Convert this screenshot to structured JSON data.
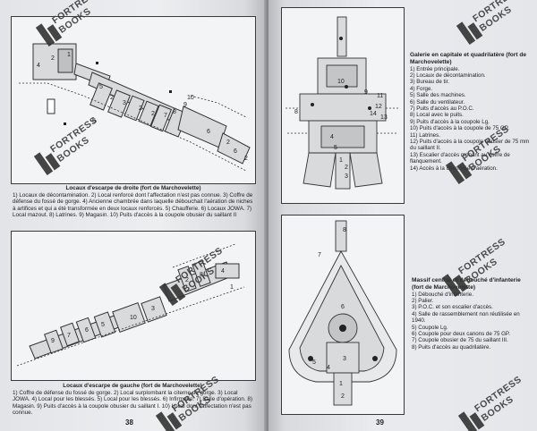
{
  "watermark": {
    "line1": "FORTRESS",
    "line2": "BOOKS"
  },
  "left_page": {
    "page_number": "38",
    "plan_top": {
      "labels": [
        "2",
        "1",
        "4",
        "5",
        "2",
        "3",
        "2",
        "2",
        "7",
        "8",
        "9",
        "10",
        "6",
        "5",
        "2",
        "6",
        "2"
      ],
      "caption_title": "Locaux d'escarpe de droite (fort de Marchovelette)",
      "caption_body": "1) Locaux de décontamination. 2) Local renforcé dont l'affectation n'est pas connue. 3) Coffre de défense du fossé de gorge. 4) Ancienne chambrée dans laquelle débouchait l'aération de niches à artifices et qui a été transformée en deux locaux renforcés. 5) Chaufferie. 6) Locaux JOWA. 7) Local mazout. 8) Latrines. 9) Magasin. 10) Puits d'accès à la coupole obusier du saillant II"
    },
    "plan_bottom": {
      "labels": [
        "9",
        "7",
        "6",
        "5",
        "10",
        "3",
        "2",
        "8",
        "4",
        "1"
      ],
      "caption_title": "Locaux d'escarpe de gauche (fort de Marchovelette)",
      "caption_body": "1) Coffre de défense du fossé de gorge. 2) Local surplombant la citerne de gorge. 3) Local JOWA. 4) Local pour les blessés. 5) Local pour les blessés. 6) Infirmerie. 7) Salle d'opération. 8) Magasin. 9) Puits d'accès à la coupole obusier du saillant I. 10) Local dont l'affectation n'est pas connue."
    }
  },
  "right_page": {
    "page_number": "39",
    "plan_top": {
      "labels": [
        "8",
        "10",
        "9",
        "11",
        "12",
        "14",
        "13",
        "4",
        "5",
        "1",
        "2",
        "3"
      ],
      "legend_title": "Galerie en capitale et quadrilatère (fort de Marchovelette)",
      "legend_items": [
        "1) Entrée principale.",
        "2) Locaux de décontamination.",
        "3) Bureau de tir.",
        "4) Forge.",
        "5) Salle des machines.",
        "6) Salle du ventilateur.",
        "7) Puits d'accès au P.O.C.",
        "8) Local avec le puits.",
        "9) Puits d'accès à la coupole Lg.",
        "10) Puits d'accès à la coupole de 75 GP.",
        "11) Latrines.",
        "12) Puits d'accès à la coupole obusier de 75 mm du saillant II.",
        "13) Escalier d'accès menant au coffre de flanquement.",
        "14) Accès à la cheminée d'aération."
      ]
    },
    "plan_bottom": {
      "labels": [
        "8",
        "7",
        "6",
        "5",
        "4",
        "3",
        "1",
        "2"
      ],
      "legend_title": "Massif central et débouché d'infanterie (fort de Marchovelette)",
      "legend_items": [
        "1) Débouché d'infanterie.",
        "2) Palier.",
        "3) P.O.C. et son escalier d'accès.",
        "4) Salle de rassemblement non réutilisée en 1940.",
        "5) Coupole Lg.",
        "6) Coupole pour deux canons de 75 GP.",
        "7) Coupole obusier de 75 du saillant III.",
        "8) Puits d'accès au quadrilatère."
      ]
    }
  }
}
